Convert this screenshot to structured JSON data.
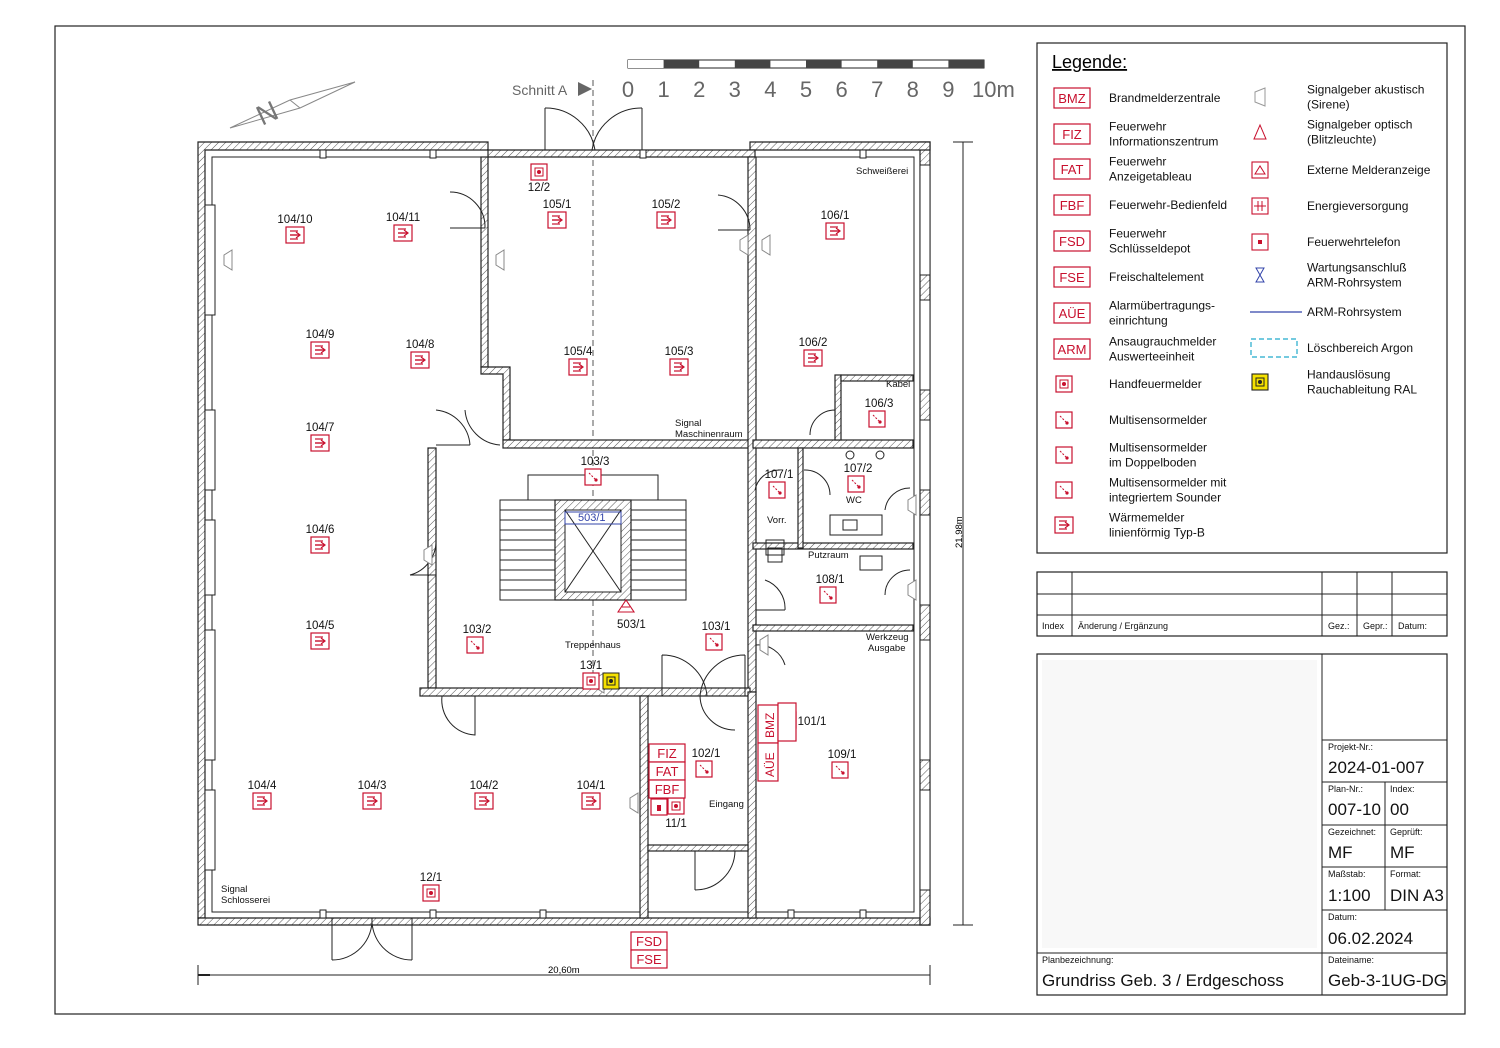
{
  "scale_bar": {
    "label": "Schnitt A",
    "ticks": [
      "0",
      "1",
      "2",
      "3",
      "4",
      "5",
      "6",
      "7",
      "8",
      "9",
      "10m"
    ]
  },
  "legend": {
    "title": "Legende:",
    "left": [
      {
        "code": "BMZ",
        "text": [
          "Brandmelderzentrale"
        ]
      },
      {
        "code": "FIZ",
        "text": [
          "Feuerwehr",
          "Informationszentrum"
        ]
      },
      {
        "code": "FAT",
        "text": [
          "Feuerwehr",
          "Anzeigetableau"
        ]
      },
      {
        "code": "FBF",
        "text": [
          "Feuerwehr-Bedienfeld"
        ]
      },
      {
        "code": "FSD",
        "text": [
          "Feuerwehr",
          "Schlüsseldepot"
        ]
      },
      {
        "code": "FSE",
        "text": [
          "Freischaltelement"
        ]
      },
      {
        "code": "AÜE",
        "text": [
          "Alarmübertragungs-",
          "einrichtung"
        ]
      },
      {
        "code": "ARM",
        "text": [
          "Ansaugrauchmelder",
          "Auswerteeinheit"
        ]
      },
      {
        "code": "",
        "icon": "handfeuermelder-icon",
        "text": [
          "Handfeuermelder"
        ]
      },
      {
        "code": "",
        "icon": "multisensor-icon",
        "text": [
          "Multisensormelder"
        ]
      },
      {
        "code": "",
        "icon": "multisensor-db-icon",
        "text": [
          "Multisensormelder",
          "im Doppelboden"
        ]
      },
      {
        "code": "",
        "icon": "multisensor-sounder-icon",
        "text": [
          "Multisensormelder mit",
          "integriertem Sounder"
        ]
      },
      {
        "code": "",
        "icon": "waermemelder-icon",
        "text": [
          "Wärmemelder",
          "linienförmig Typ-B"
        ]
      }
    ],
    "right": [
      {
        "icon": "siren-icon",
        "text": [
          "Signalgeber akustisch",
          "(Sirene)"
        ]
      },
      {
        "icon": "flash-icon",
        "text": [
          "Signalgeber optisch",
          "(Blitzleuchte)"
        ]
      },
      {
        "icon": "external-indicator-icon",
        "text": [
          "Externe Melderanzeige"
        ]
      },
      {
        "icon": "power-supply-icon",
        "text": [
          "Energieversorgung"
        ]
      },
      {
        "icon": "fire-phone-icon",
        "text": [
          "Feuerwehrtelefon"
        ]
      },
      {
        "icon": "maintenance-port-icon",
        "text": [
          "Wartungsanschluß",
          "ARM-Rohrsystem"
        ]
      },
      {
        "icon": "pipe-line-icon",
        "text": [
          "ARM-Rohrsystem"
        ]
      },
      {
        "icon": "argon-area-icon",
        "text": [
          "Löschbereich Argon"
        ]
      },
      {
        "icon": "manual-release-icon",
        "text": [
          "Handauslösung",
          "Rauchableitung RAL"
        ]
      }
    ]
  },
  "revision_table": {
    "headers": [
      "Index",
      "Änderung / Ergänzung",
      "Gez.:",
      "Gepr.:",
      "Datum:"
    ]
  },
  "title_block": {
    "projekt_label": "Projekt-Nr.:",
    "projekt_value": "2024-01-007",
    "plan_label": "Plan-Nr.:",
    "plan_value": "007-10",
    "index_label": "Index:",
    "index_value": "00",
    "gezeichnet_label": "Gezeichnet:",
    "gezeichnet_value": "MF",
    "geprueft_label": "Geprüft:",
    "geprueft_value": "MF",
    "massstab_label": "Maßstab:",
    "massstab_value": "1:100",
    "format_label": "Format:",
    "format_value": "DIN A3",
    "datum_label": "Datum:",
    "datum_value": "06.02.2024",
    "planbez_label": "Planbezeichnung:",
    "planbez_value": "Grundriss Geb. 3 / Erdgeschoss",
    "dateiname_label": "Dateiname:",
    "dateiname_value": "Geb-3-1UG-DG"
  },
  "dimensions": {
    "width": "20,60m",
    "height": "21,98m"
  },
  "rooms": {
    "schweisserei": "Schweißerei",
    "kabel": "Kabel",
    "signal_maschinenraum": [
      "Signal",
      "Maschinenraum"
    ],
    "treppenhaus": "Treppenhaus",
    "wc": "WC",
    "vorr": "Vorr.",
    "putzraum": "Putzraum",
    "werkzeug": [
      "Werkzeug",
      "Ausgabe"
    ],
    "eingang": "Eingang",
    "signal_schlosserei": [
      "Signal",
      "Schlosserei"
    ]
  },
  "detectors": {
    "heat": [
      "104/10",
      "104/11",
      "105/1",
      "105/2",
      "106/1",
      "104/9",
      "104/8",
      "105/4",
      "105/3",
      "106/2",
      "104/7",
      "104/6",
      "104/5",
      "104/4",
      "104/3",
      "104/2",
      "104/1"
    ],
    "multi": [
      "106/3",
      "103/3",
      "107/1",
      "107/2",
      "108/1",
      "103/2",
      "103/1",
      "102/1",
      "101/1",
      "109/1"
    ],
    "manual": [
      "12/2",
      "13/1",
      "12/1",
      "11/1"
    ],
    "arm": "503/1",
    "elevator": "503/1"
  },
  "panels": {
    "entrance": [
      "FIZ",
      "FAT",
      "FBF"
    ],
    "outside": [
      "FSD",
      "FSE"
    ],
    "bmz": "BMZ",
    "aue": "AÜE"
  }
}
